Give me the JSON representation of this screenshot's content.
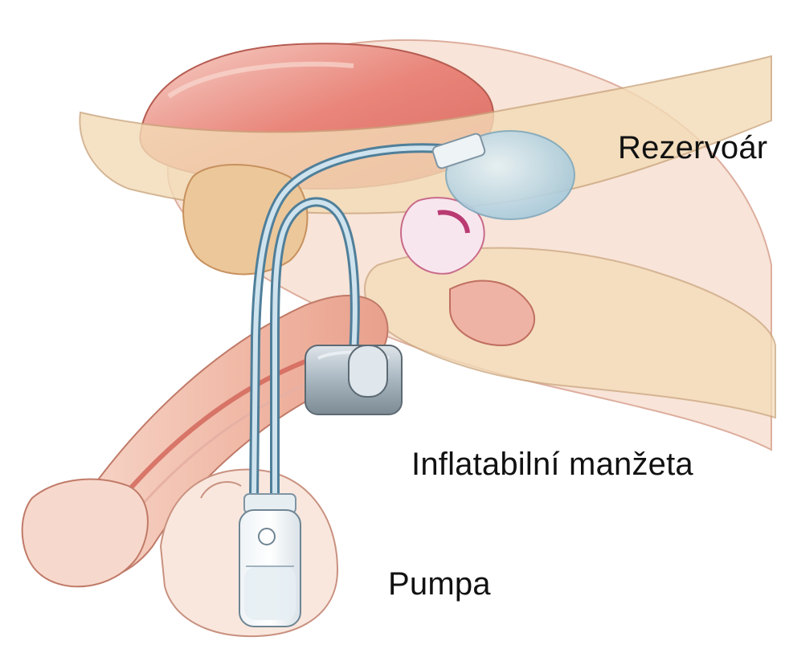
{
  "labels": {
    "reservoir": "Rezervoár",
    "cuff": "Inflatabilní manžeta",
    "pump": "Pumpa"
  },
  "colors": {
    "tissue": "#f2c7b8",
    "tissue_dark": "#e5806f",
    "bladder": "#e9857a",
    "bone": "#f3dcb7",
    "tube": "#8fb6cd",
    "tube_dark": "#4f7f9a",
    "reservoir": "#b9d7e4",
    "cuff": "#a8b6c0"
  }
}
